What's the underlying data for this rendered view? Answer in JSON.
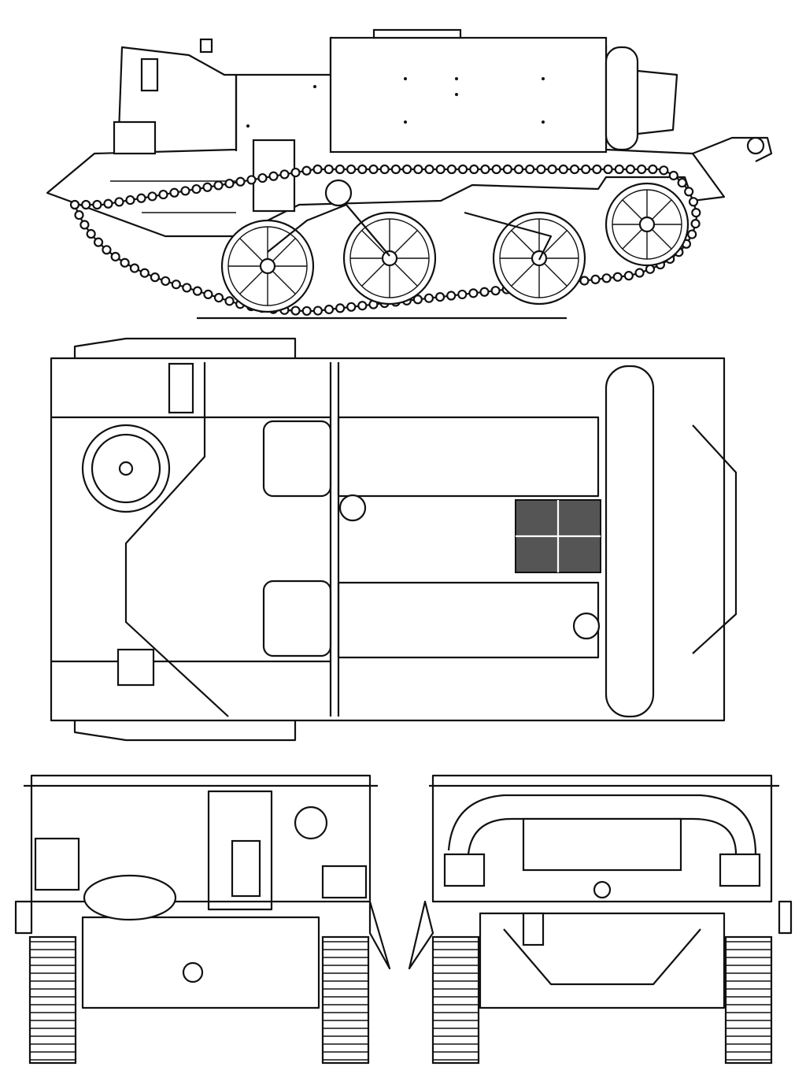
{
  "colors": {
    "line": "#111111",
    "background": "#ffffff"
  },
  "side_view": {
    "road_wheels": 3,
    "track_links_estimate": 120
  },
  "top_view": {
    "grille_panels": 4
  }
}
